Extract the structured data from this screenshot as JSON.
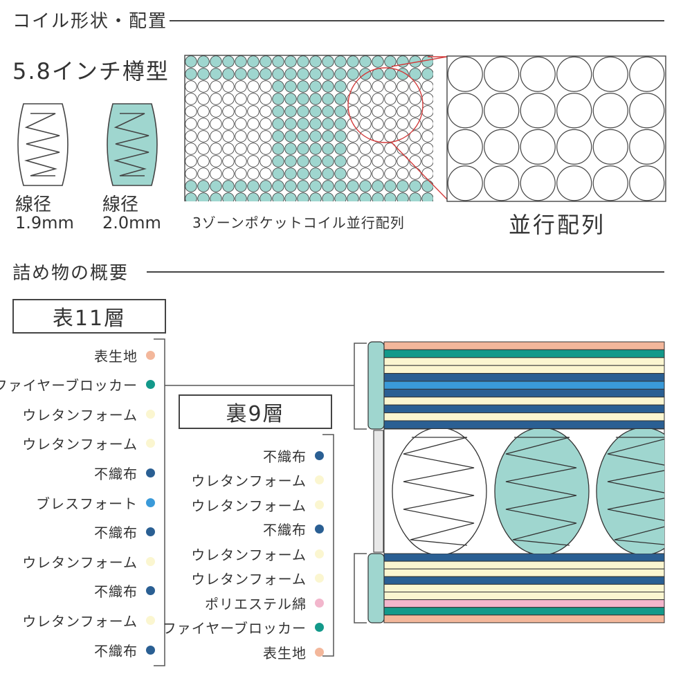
{
  "coil_section": {
    "title": "コイル形状・配置",
    "shape_title": "5.8インチ樽型",
    "coil_left": {
      "label": "線径",
      "value": "1.9mm"
    },
    "coil_right": {
      "label": "線径",
      "value": "2.0mm"
    },
    "grid_caption": "3ゾーンポケットコイル並行配列",
    "zoom_caption": "並行配列"
  },
  "filling_section": {
    "title": "詰め物の概要",
    "top_box": "表11層",
    "bottom_box": "裏9層",
    "top_layers": [
      {
        "label": "表生地",
        "color": "#f3b79b"
      },
      {
        "label": "ファイヤーブロッカー",
        "color": "#13998a"
      },
      {
        "label": "ウレタンフォーム",
        "color": "#fbf6d0"
      },
      {
        "label": "ウレタンフォーム",
        "color": "#fbf6d0"
      },
      {
        "label": "不織布",
        "color": "#2a5f93"
      },
      {
        "label": "ブレスフォート",
        "color": "#3a9ad9"
      },
      {
        "label": "不織布",
        "color": "#2a5f93"
      },
      {
        "label": "ウレタンフォーム",
        "color": "#fbf6d0"
      },
      {
        "label": "不織布",
        "color": "#2a5f93"
      },
      {
        "label": "ウレタンフォーム",
        "color": "#fbf6d0"
      },
      {
        "label": "不織布",
        "color": "#2a5f93"
      }
    ],
    "bottom_layers": [
      {
        "label": "不織布",
        "color": "#2a5f93"
      },
      {
        "label": "ウレタンフォーム",
        "color": "#fbf6d0"
      },
      {
        "label": "ウレタンフォーム",
        "color": "#fbf6d0"
      },
      {
        "label": "不織布",
        "color": "#2a5f93"
      },
      {
        "label": "ウレタンフォーム",
        "color": "#fbf6d0"
      },
      {
        "label": "ウレタンフォーム",
        "color": "#fbf6d0"
      },
      {
        "label": "ポリエステル綿",
        "color": "#f2b6cc"
      },
      {
        "label": "ファイヤーブロッカー",
        "color": "#13998a"
      },
      {
        "label": "表生地",
        "color": "#f3b79b"
      }
    ]
  },
  "colors": {
    "teal_coil": "#9fd6cf",
    "line": "#444444",
    "red_highlight": "#d23b3b"
  }
}
